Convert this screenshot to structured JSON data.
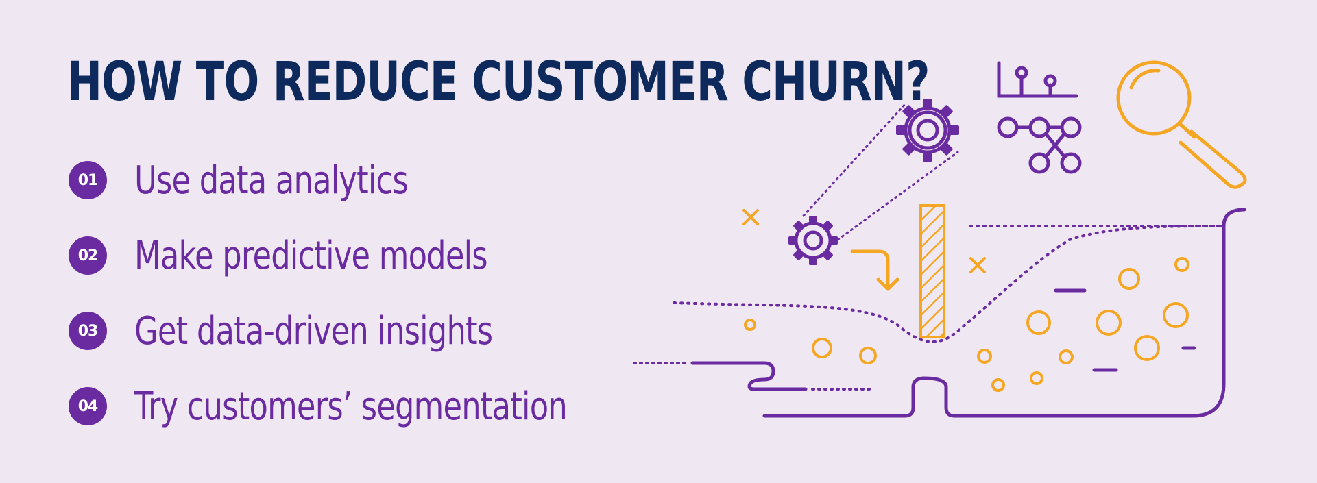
{
  "title": "HOW TO REDUCE CUSTOMER CHURN?",
  "steps": [
    {
      "number": "01",
      "text": "Use data analytics"
    },
    {
      "number": "02",
      "text": "Make predictive models"
    },
    {
      "number": "03",
      "text": "Get data-driven insights"
    },
    {
      "number": "04",
      "text": "Try customers’ segmentation"
    }
  ],
  "colors": {
    "background": "#efe8f3",
    "title": "#0e2a5c",
    "purple": "#6a2aa0",
    "orange": "#f5a623"
  },
  "illustration": {
    "icons": [
      "gear-icon",
      "gear-icon",
      "lollipop-chart-icon",
      "network-icon",
      "magnifier-icon",
      "arrow-down-icon",
      "striped-bar-icon",
      "cross-icon"
    ]
  }
}
